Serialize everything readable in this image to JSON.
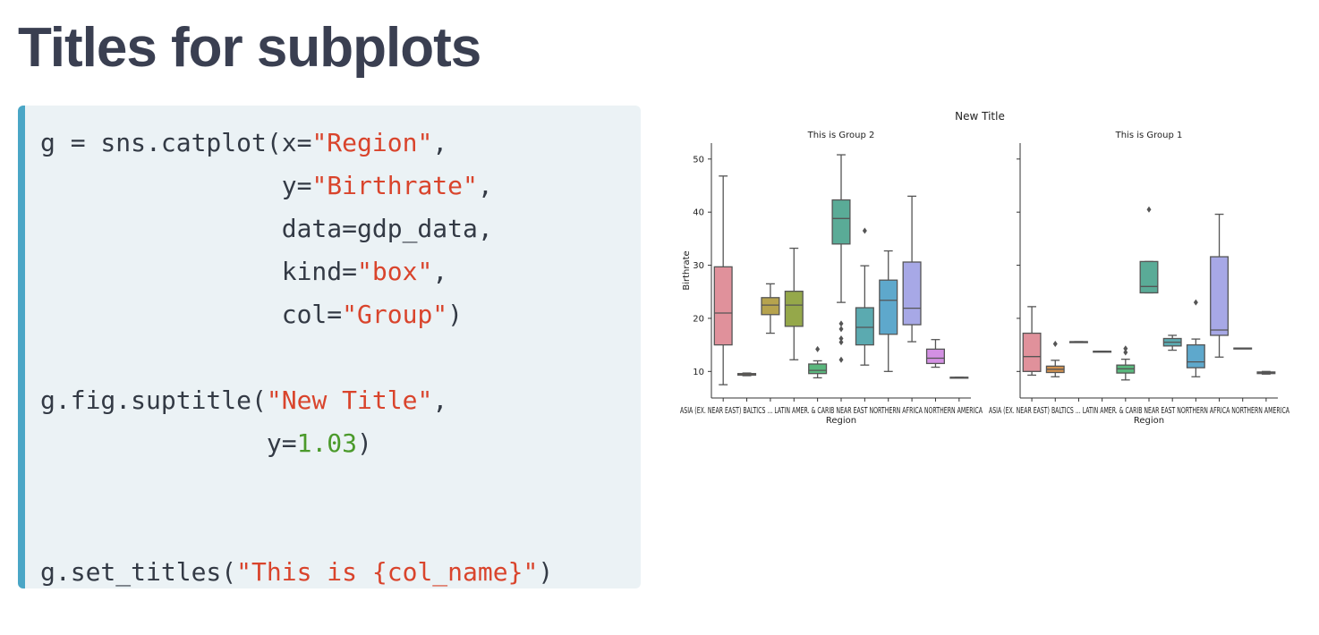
{
  "slide": {
    "title": "Titles for subplots"
  },
  "code": {
    "lines": [
      [
        {
          "t": "g = sns.catplot(x=",
          "c": "plain"
        },
        {
          "t": "\"Region\"",
          "c": "str"
        },
        {
          "t": ",",
          "c": "plain"
        }
      ],
      [
        {
          "t": "                y=",
          "c": "plain"
        },
        {
          "t": "\"Birthrate\"",
          "c": "str"
        },
        {
          "t": ",",
          "c": "plain"
        }
      ],
      [
        {
          "t": "                data=gdp_data,",
          "c": "plain"
        }
      ],
      [
        {
          "t": "                kind=",
          "c": "plain"
        },
        {
          "t": "\"box\"",
          "c": "str"
        },
        {
          "t": ",",
          "c": "plain"
        }
      ],
      [
        {
          "t": "                col=",
          "c": "plain"
        },
        {
          "t": "\"Group\"",
          "c": "str"
        },
        {
          "t": ")",
          "c": "plain"
        }
      ],
      [],
      [
        {
          "t": "g.fig.suptitle(",
          "c": "plain"
        },
        {
          "t": "\"New Title\"",
          "c": "str"
        },
        {
          "t": ",",
          "c": "plain"
        }
      ],
      [
        {
          "t": "               y=",
          "c": "plain"
        },
        {
          "t": "1.03",
          "c": "num"
        },
        {
          "t": ")",
          "c": "plain"
        }
      ],
      [],
      [],
      [
        {
          "t": "g.set_titles(",
          "c": "plain"
        },
        {
          "t": "\"This is {col_name}\"",
          "c": "str"
        },
        {
          "t": ")",
          "c": "plain"
        }
      ]
    ]
  },
  "colors": {
    "title": "#3a3f51",
    "code_bg": "#ebf2f5",
    "accent": "#4aa6c6",
    "string": "#d9442c",
    "number": "#4b9a2b"
  },
  "chart_data": {
    "type": "box",
    "title": "New Title",
    "ylabel": "Birthrate",
    "xlabel": "Region",
    "ylim": [
      5,
      53
    ],
    "yticks": [
      10,
      20,
      30,
      40,
      50
    ],
    "tick_label_text": {
      "panel_1": "ASIA (EX. NEAR EAST) BALTICS ... LATIN AMER. & CARIB NEAR EAST NORTHERN AFRICA NORTHERN AMERICA",
      "panel_2": "ASIA (EX. NEAR EAST) BALTICS ... LATIN AMER. & CARIB NEAR EAST NORTHERN AFRICA NORTHERN AMERICA"
    },
    "panels": [
      {
        "name": "This is Group 2",
        "boxes": [
          {
            "color": "#e0919b",
            "whislo": 7.5,
            "q1": 15,
            "med": 21,
            "q3": 29.7,
            "whishi": 46.8,
            "fliers": []
          },
          {
            "color": "#c0905a",
            "whislo": 9.2,
            "q1": 9.3,
            "med": 9.4,
            "q3": 9.6,
            "whishi": 9.7,
            "fliers": []
          },
          {
            "color": "#b6a34e",
            "whislo": 17.2,
            "q1": 20.7,
            "med": 22.5,
            "q3": 23.9,
            "whishi": 26.5,
            "fliers": []
          },
          {
            "color": "#95a84a",
            "whislo": 12.2,
            "q1": 18.5,
            "med": 22.5,
            "q3": 25.1,
            "whishi": 33.2,
            "fliers": []
          },
          {
            "color": "#5ab77d",
            "whislo": 8.8,
            "q1": 9.6,
            "med": 10.2,
            "q3": 11.4,
            "whishi": 12.0,
            "fliers": [
              14.2
            ]
          },
          {
            "color": "#5aab97",
            "whislo": 23.0,
            "q1": 34.0,
            "med": 38.8,
            "q3": 42.3,
            "whishi": 50.8,
            "fliers": [
              19,
              18,
              16.2,
              15.5,
              12.2
            ]
          },
          {
            "color": "#5baab0",
            "whislo": 11.2,
            "q1": 15.0,
            "med": 18.3,
            "q3": 22.0,
            "whishi": 29.9,
            "fliers": [
              36.5
            ]
          },
          {
            "color": "#5ea8cc",
            "whislo": 10.0,
            "q1": 17.0,
            "med": 23.4,
            "q3": 27.2,
            "whishi": 32.7,
            "fliers": []
          },
          {
            "color": "#a7a8e6",
            "whislo": 15.6,
            "q1": 18.8,
            "med": 21.9,
            "q3": 30.6,
            "whishi": 43.0,
            "fliers": []
          },
          {
            "color": "#d390e3",
            "whislo": 10.8,
            "q1": 11.5,
            "med": 12.5,
            "q3": 14.2,
            "whishi": 16.0,
            "fliers": []
          },
          {
            "color": "#e290c3",
            "whislo": 8.9,
            "q1": 8.9,
            "med": 8.9,
            "q3": 8.9,
            "whishi": 8.9,
            "fliers": []
          }
        ]
      },
      {
        "name": "This is Group 1",
        "boxes": [
          {
            "color": "#e0919b",
            "whislo": 9.3,
            "q1": 10.0,
            "med": 12.8,
            "q3": 17.2,
            "whishi": 22.2,
            "fliers": []
          },
          {
            "color": "#d3914e",
            "whislo": 9.0,
            "q1": 9.8,
            "med": 10.4,
            "q3": 11.0,
            "whishi": 12.1,
            "fliers": [
              15.2
            ]
          },
          {
            "color": "#b6a34e",
            "whislo": 15.6,
            "q1": 15.6,
            "med": 15.6,
            "q3": 15.6,
            "whishi": 15.6,
            "fliers": []
          },
          {
            "color": "#95a84a",
            "whislo": 13.8,
            "q1": 13.8,
            "med": 13.8,
            "q3": 13.8,
            "whishi": 13.8,
            "fliers": []
          },
          {
            "color": "#5ab77d",
            "whislo": 8.4,
            "q1": 9.7,
            "med": 10.5,
            "q3": 11.2,
            "whishi": 12.3,
            "fliers": [
              14.3,
              13.6
            ]
          },
          {
            "color": "#5aab97",
            "whislo": 24.8,
            "q1": 24.8,
            "med": 26.0,
            "q3": 30.7,
            "whishi": 30.7,
            "fliers": [
              40.5
            ]
          },
          {
            "color": "#5baab0",
            "whislo": 14.0,
            "q1": 14.8,
            "med": 15.5,
            "q3": 16.2,
            "whishi": 16.8,
            "fliers": []
          },
          {
            "color": "#5ea8cc",
            "whislo": 9.0,
            "q1": 10.7,
            "med": 11.8,
            "q3": 15.0,
            "whishi": 16.1,
            "fliers": [
              23.0
            ]
          },
          {
            "color": "#a7a8e6",
            "whislo": 12.7,
            "q1": 16.8,
            "med": 17.8,
            "q3": 31.6,
            "whishi": 39.6,
            "fliers": []
          },
          {
            "color": "#d390e3",
            "whislo": 14.4,
            "q1": 14.4,
            "med": 14.4,
            "q3": 14.4,
            "whishi": 14.4,
            "fliers": []
          },
          {
            "color": "#e290c3",
            "whislo": 9.5,
            "q1": 9.6,
            "med": 9.8,
            "q3": 9.9,
            "whishi": 10.0,
            "fliers": []
          }
        ]
      }
    ]
  }
}
